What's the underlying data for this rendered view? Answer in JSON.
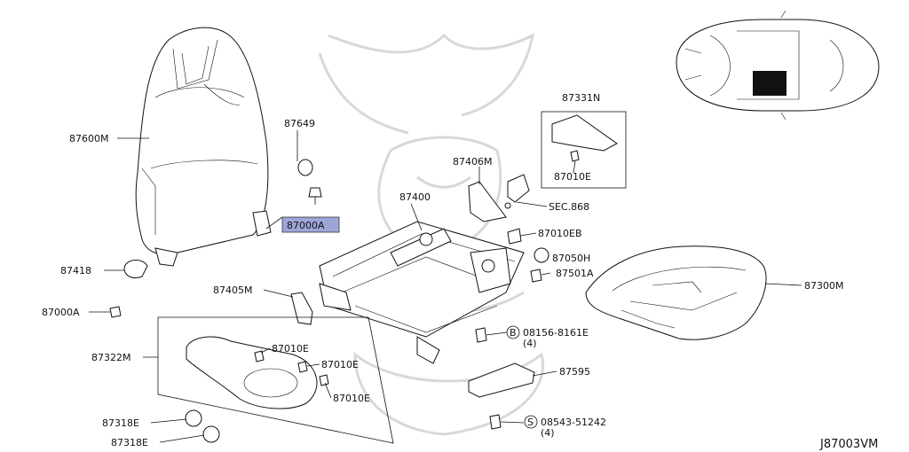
{
  "diagram_id": "J87003VM",
  "parts": {
    "p87600M": "87600M",
    "p87649": "87649",
    "p87000A_hl": "87000A",
    "p87418": "87418",
    "p87000A": "87000A",
    "p87405M": "87405M",
    "p87322M": "87322M",
    "p87010E_1": "87010E",
    "p87010E_2": "87010E",
    "p87010E_3": "87010E",
    "p87318E_1": "87318E",
    "p87318E_2": "87318E",
    "p87400": "87400",
    "p87406M": "87406M",
    "sec868": "SEC.868",
    "p87331N": "87331N",
    "p87010E_box": "87010E",
    "p87010EB": "87010EB",
    "p87050H": "87050H",
    "p87501A": "87501A",
    "p87300M": "87300M",
    "bolt_b_circle": "B",
    "bolt_b": "08156-8161E",
    "bolt_b_qty": "(4)",
    "p87595": "87595",
    "screw_s_circle": "S",
    "screw_s": "08543-51242",
    "screw_s_qty": "(4)"
  },
  "colors": {
    "highlight": "#9ea6d9",
    "ink": "#111111",
    "watermark": "#d8d8d8"
  }
}
